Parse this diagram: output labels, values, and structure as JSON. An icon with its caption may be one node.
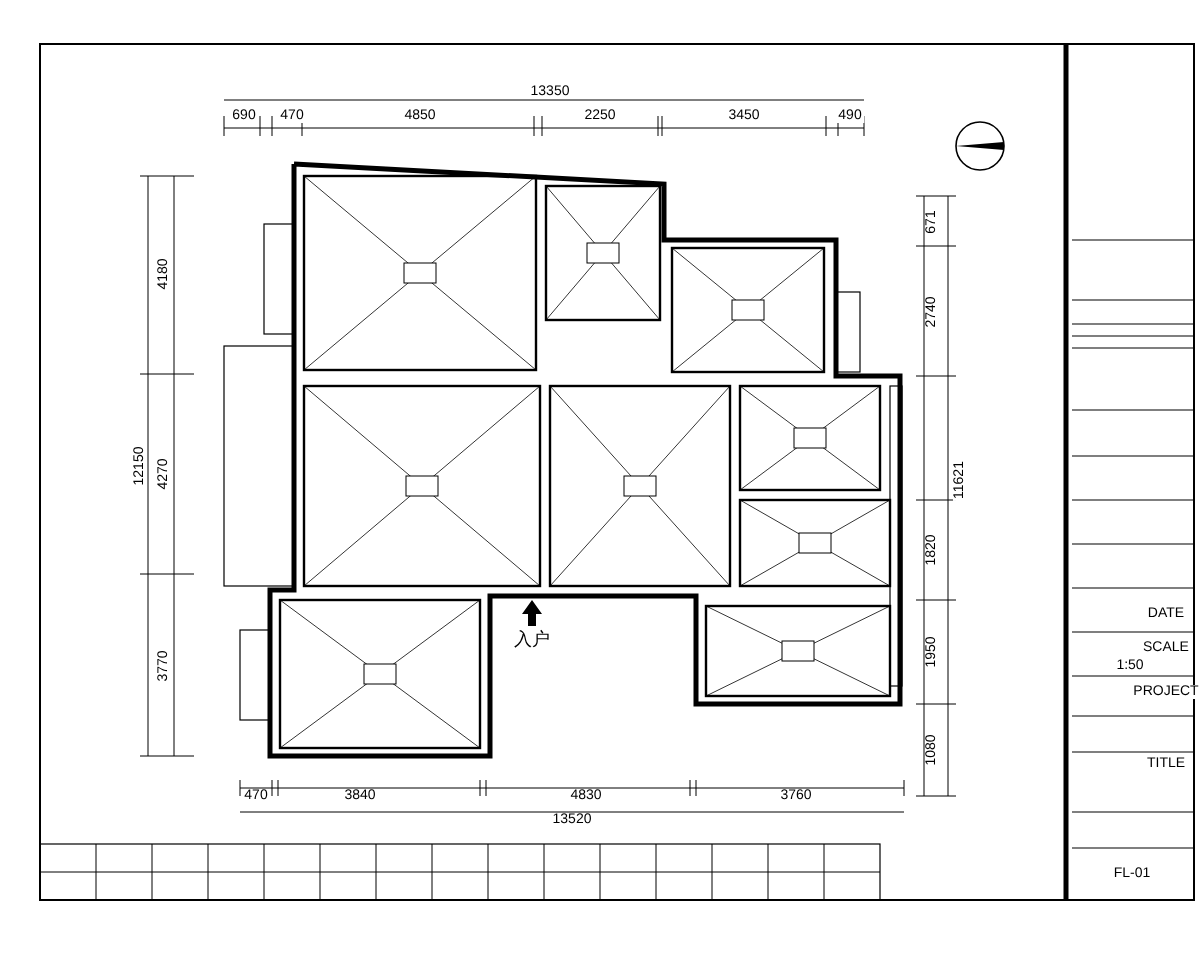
{
  "diagram": {
    "labels": [
      "13350",
      "690",
      "470",
      "4850",
      "2250",
      "3450",
      "490",
      "12150",
      "4180",
      "4270",
      "3770",
      "671",
      "2740",
      "11621",
      "1820",
      "1950",
      "1080",
      "470",
      "3840",
      "4830",
      "3760",
      "13520",
      "入户",
      "DATE",
      "SCALE",
      "1:50",
      "PROJECT",
      "TITLE",
      "FL-01"
    ]
  }
}
